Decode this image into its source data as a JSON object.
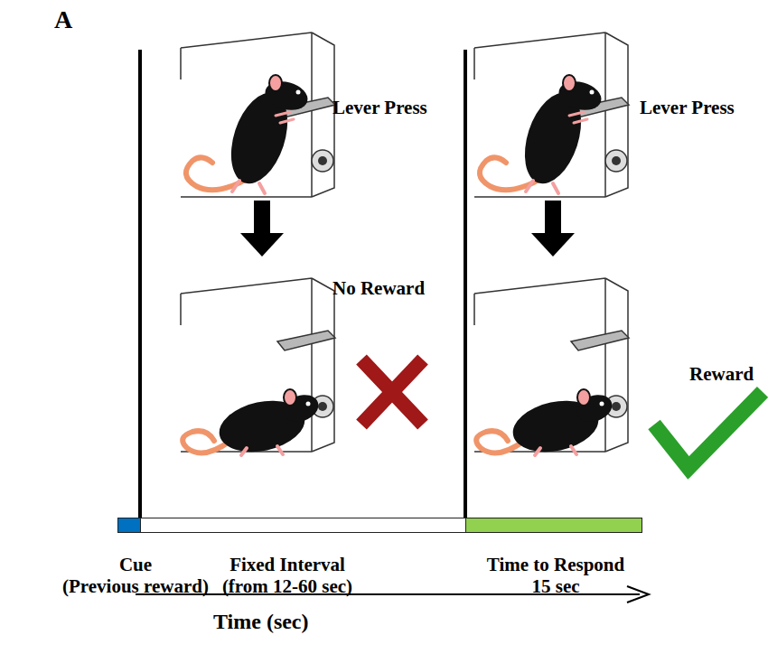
{
  "diagram": {
    "nodes": [
      {
        "text": [
          "Cue (Previous reward)"
        ]
      },
      {
        "text": [
          "Fixed Interval (from 12-60 sec)"
        ]
      },
      {
        "text": [
          "Time to Respond 15 sec"
        ]
      }
    ],
    "edges": [],
    "labels": [
      "A",
      "Lever Press",
      "Lever Press",
      "No Reward",
      "Reward",
      "Time (sec)"
    ]
  }
}
